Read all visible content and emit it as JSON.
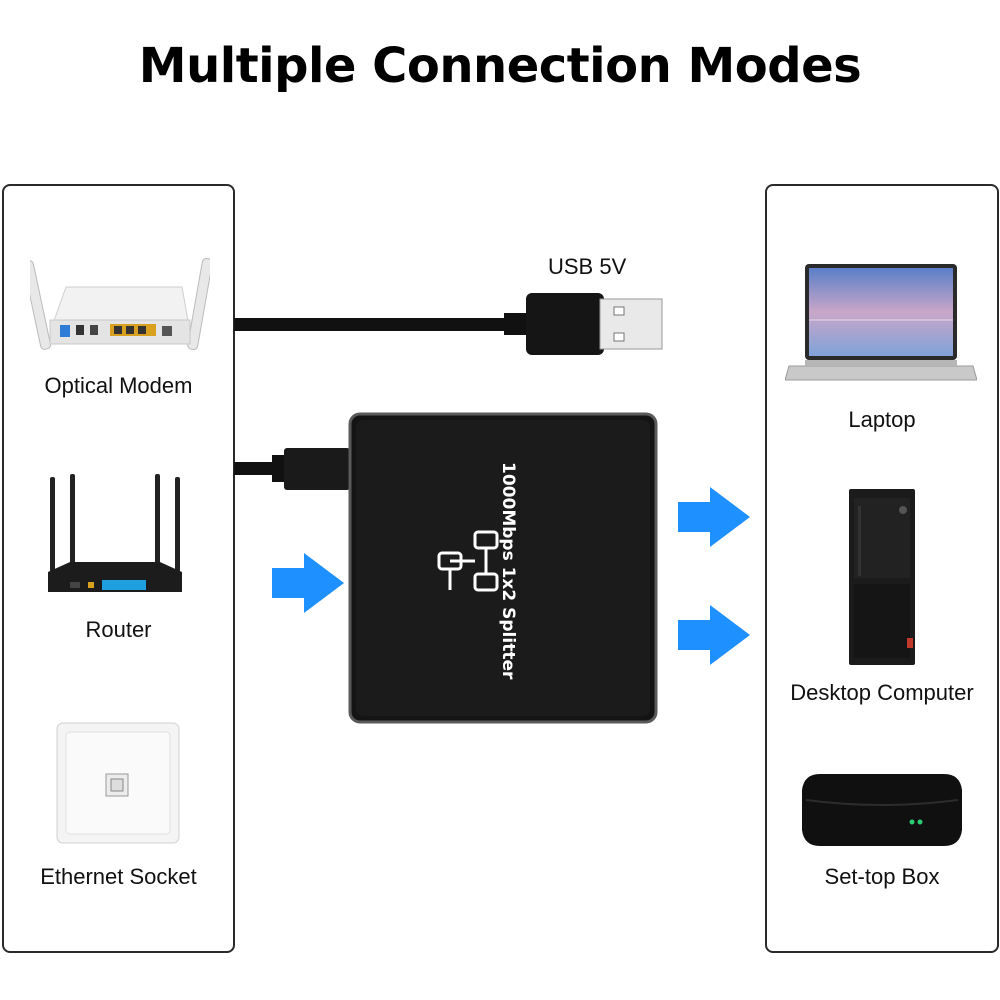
{
  "title": "Multiple Connection Modes",
  "cable": {
    "label": "USB 5V"
  },
  "splitter": {
    "text": "1000Mbps 1x2 Splitter"
  },
  "sources": [
    {
      "label": "Optical Modem"
    },
    {
      "label": "Router"
    },
    {
      "label": "Ethernet Socket"
    }
  ],
  "targets": [
    {
      "label": "Laptop"
    },
    {
      "label": "Desktop Computer"
    },
    {
      "label": "Set-top Box"
    }
  ],
  "colors": {
    "arrow": "#1e90ff",
    "device": "#1a1a1a",
    "panel_border": "#2a2a2a"
  }
}
